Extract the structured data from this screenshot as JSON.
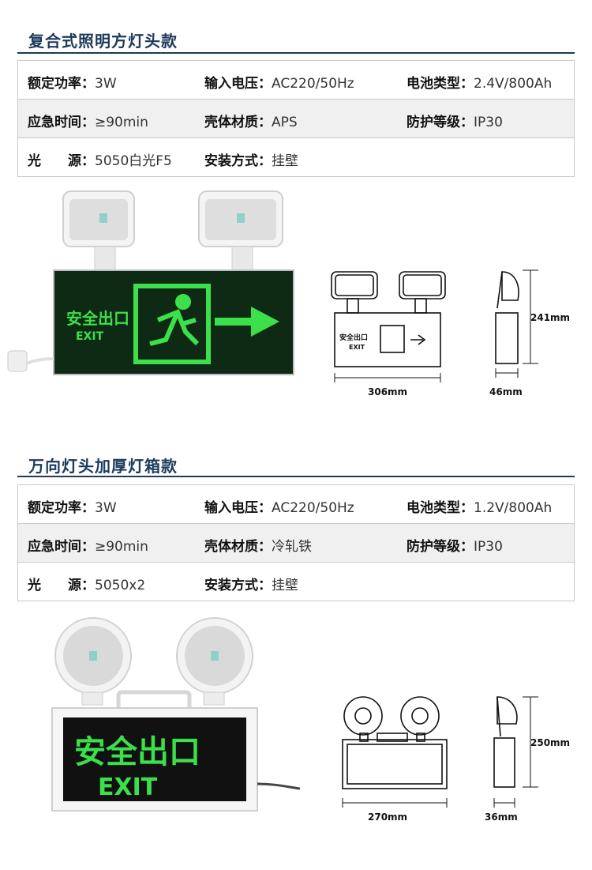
{
  "sections": [
    {
      "title": "复合式照明方灯头款",
      "specs": [
        [
          [
            "额定功率：",
            "3W"
          ],
          [
            "输入电压：",
            "AC220/50Hz"
          ],
          [
            "电池类型：",
            "2.4V/800Ah"
          ]
        ],
        [
          [
            "应急时间：",
            "≥90min"
          ],
          [
            "壳体材质：",
            "APS"
          ],
          [
            "防护等级：",
            "IP30"
          ]
        ],
        [
          [
            "光　　源：",
            "5050白光F5"
          ],
          [
            "安装方式：",
            "挂壁"
          ]
        ]
      ],
      "sign_text": "安全出口",
      "sign_exit": "EXIT",
      "dims": {
        "width": "306mm",
        "height": "241mm",
        "depth": "46mm"
      }
    },
    {
      "title": "万向灯头加厚灯箱款",
      "specs": [
        [
          [
            "额定功率：",
            "3W"
          ],
          [
            "输入电压：",
            "AC220/50Hz"
          ],
          [
            "电池类型：",
            "1.2V/800Ah"
          ]
        ],
        [
          [
            "应急时间：",
            "≥90min"
          ],
          [
            "壳体材质：",
            "冷轧铁"
          ],
          [
            "防护等级：",
            "IP30"
          ]
        ],
        [
          [
            "光　　源：",
            "5050x2"
          ],
          [
            "安装方式：",
            "挂壁"
          ]
        ]
      ],
      "sign_text": "安全出口",
      "sign_exit": "EXIT",
      "dims": {
        "width": "270mm",
        "height": "250mm",
        "depth": "36mm"
      }
    }
  ],
  "colors": {
    "sign_green": "#3be04a",
    "sign_bg": "#0f2a14",
    "title": "#1c3a5a"
  }
}
